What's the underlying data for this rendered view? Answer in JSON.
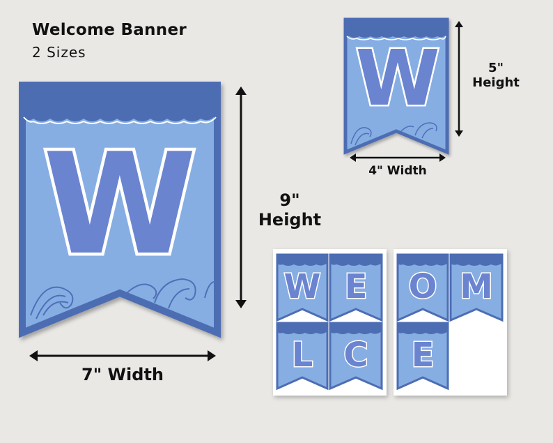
{
  "heading": {
    "title": "Welcome Banner",
    "subtitle": "2 Sizes"
  },
  "large_banner": {
    "letter": "W",
    "width_label": "7\" Width",
    "height_value": "9\"",
    "height_word": "Height"
  },
  "small_banner": {
    "letter": "W",
    "width_label": "4\" Width",
    "height_value": "5\"",
    "height_word": "Height"
  },
  "print_sheets": [
    {
      "letters": [
        "W",
        "E",
        "L",
        "C"
      ]
    },
    {
      "letters": [
        "O",
        "M",
        "E"
      ]
    }
  ],
  "colors": {
    "background": "#e9e8e5",
    "flag_light": "#86aee3",
    "flag_dark": "#4d6db3",
    "letter_fill": "#6b84d0",
    "wave": "#4f6fb8"
  }
}
